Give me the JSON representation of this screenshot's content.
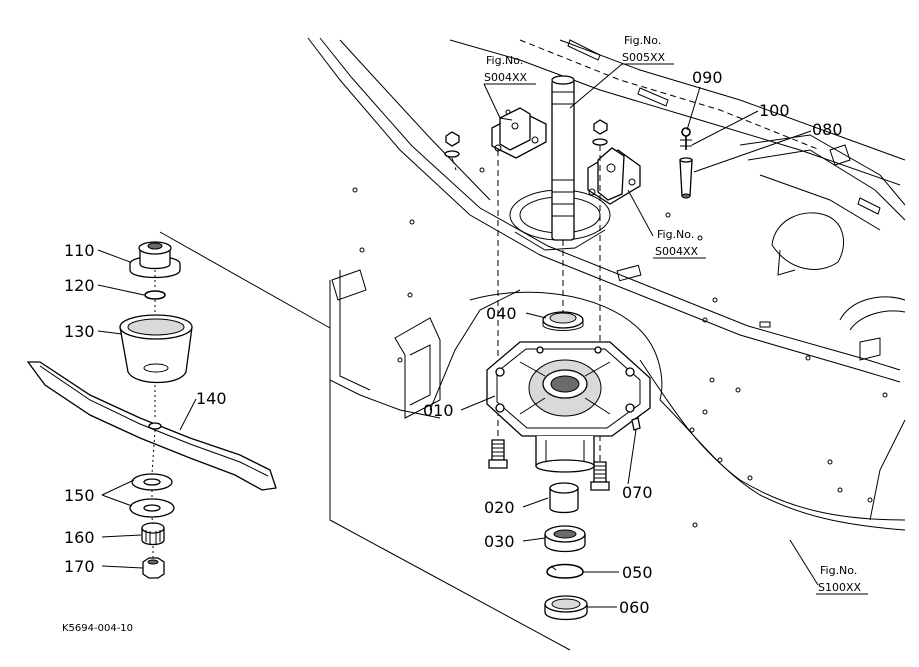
{
  "diagram": {
    "part_labels": {
      "p010": "010",
      "p020": "020",
      "p030": "030",
      "p040": "040",
      "p050": "050",
      "p060": "060",
      "p070": "070",
      "p080": "080",
      "p090": "090",
      "p100": "100",
      "p110": "110",
      "p120": "120",
      "p130": "130",
      "p140": "140",
      "p150": "150",
      "p160": "160",
      "p170": "170"
    },
    "fig_refs": {
      "ref_s004_top": {
        "line1": "Fig.No.",
        "line2": "S004XX"
      },
      "ref_s005": {
        "line1": "Fig.No.",
        "line2": "S005XX"
      },
      "ref_s004_right": {
        "line1": "Fig.No.",
        "line2": "S004XX"
      },
      "ref_s100": {
        "line1": "Fig.No.",
        "line2": "S100XX"
      }
    },
    "drawing_code": "K5694-004-10"
  }
}
